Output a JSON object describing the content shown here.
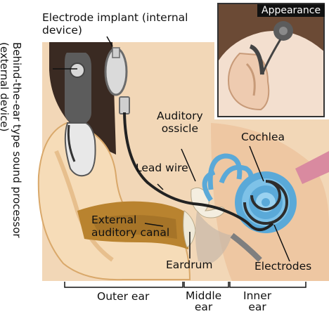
{
  "labels": {
    "electrode_implant_line1": "Electrode implant (internal",
    "electrode_implant_line2": "device)",
    "processor_line1": "Behind-the-ear type sound processor",
    "processor_line2": "(external device)",
    "auditory_ossicle_line1": "Auditory",
    "auditory_ossicle_line2": "ossicle",
    "cochlea": "Cochlea",
    "lead_wire": "Lead wire",
    "external_canal_line1": "External",
    "external_canal_line2": "auditory canal",
    "eardrum": "Eardrum",
    "electrodes": "Electrodes",
    "appearance": "Appearance"
  },
  "sections": {
    "outer_ear": "Outer ear",
    "middle_ear_line1": "Middle",
    "middle_ear_line2": "ear",
    "inner_ear_line1": "Inner",
    "inner_ear_line2": "ear"
  },
  "colors": {
    "skin": "#f3d9b8",
    "skin_dark": "#d9a86a",
    "canal": "#b9832f",
    "background_tissue": "#f0d2b0",
    "cochlea_blue": "#5aa9d8",
    "tube_pink": "#d98aa0",
    "device_gray": "#8a8a8a"
  }
}
